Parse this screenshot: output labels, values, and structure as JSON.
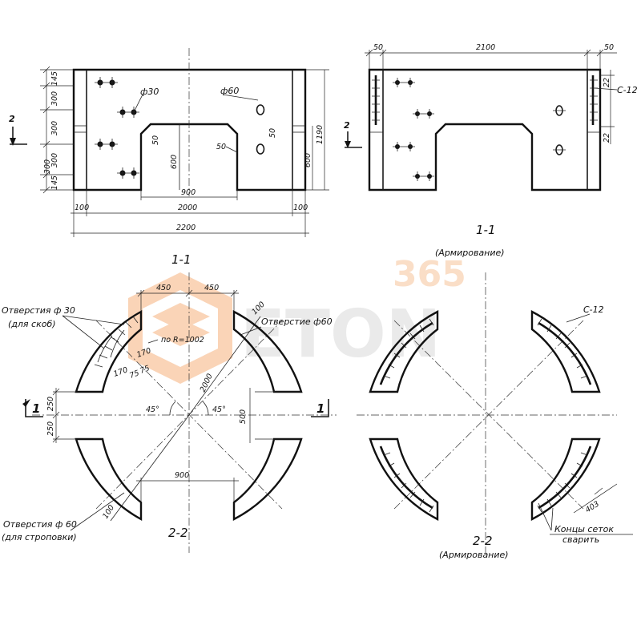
{
  "views": {
    "top_left": {
      "dims_left": [
        "145",
        "300",
        "300",
        "300",
        "145",
        "300"
      ],
      "dims_right": [
        "1190",
        "600"
      ],
      "hole_label_30": "ф30",
      "hole_label_60": "ф60",
      "dim_50_a": "50",
      "dim_50_b": "50",
      "dim_50_c": "50",
      "dim_600": "600",
      "dim_900": "900",
      "dim_100_l": "100",
      "dim_100_r": "100",
      "dim_2000": "2000",
      "dim_2200": "2200",
      "section_mark": "2"
    },
    "top_right": {
      "dim_50_l": "50",
      "dim_2100": "2100",
      "dim_50_r": "50",
      "dim_22_a": "22",
      "dim_22_b": "22",
      "rebar_label": "С-12",
      "section_mark": "2",
      "title_line1": "1-1",
      "title_line2": "(Армирование)"
    },
    "bottom_left": {
      "title_top": "1-1",
      "dim_450_l": "450",
      "dim_450_r": "450",
      "holes30_line1": "Отверстия ф 30",
      "holes30_line2": "(для скоб)",
      "hole60_label": "Отверстие ф60",
      "dim_100_top": "100",
      "radius_label": "по R=1002",
      "dim_170_a": "170",
      "dim_170_b": "170",
      "dim_75_a": "75",
      "dim_75_b": "75",
      "dim_2000": "2000",
      "angle_l": "45°",
      "angle_r": "45°",
      "dim_250_a": "250",
      "dim_250_b": "250",
      "dim_500": "500",
      "dim_900": "900",
      "dim_100_bot": "100",
      "holes60_line1": "Отверстия ф 60",
      "holes60_line2": "(для строповки)",
      "section_l": "1",
      "section_r": "1",
      "title": "2-2"
    },
    "bottom_right": {
      "rebar_label": "С-12",
      "dim_403": "403",
      "note_line1": "Концы сеток",
      "note_line2": "сварить",
      "title_line1": "2-2",
      "title_line2": "(Армирование)"
    }
  },
  "watermark": {
    "number": "365",
    "word": "ETON"
  }
}
